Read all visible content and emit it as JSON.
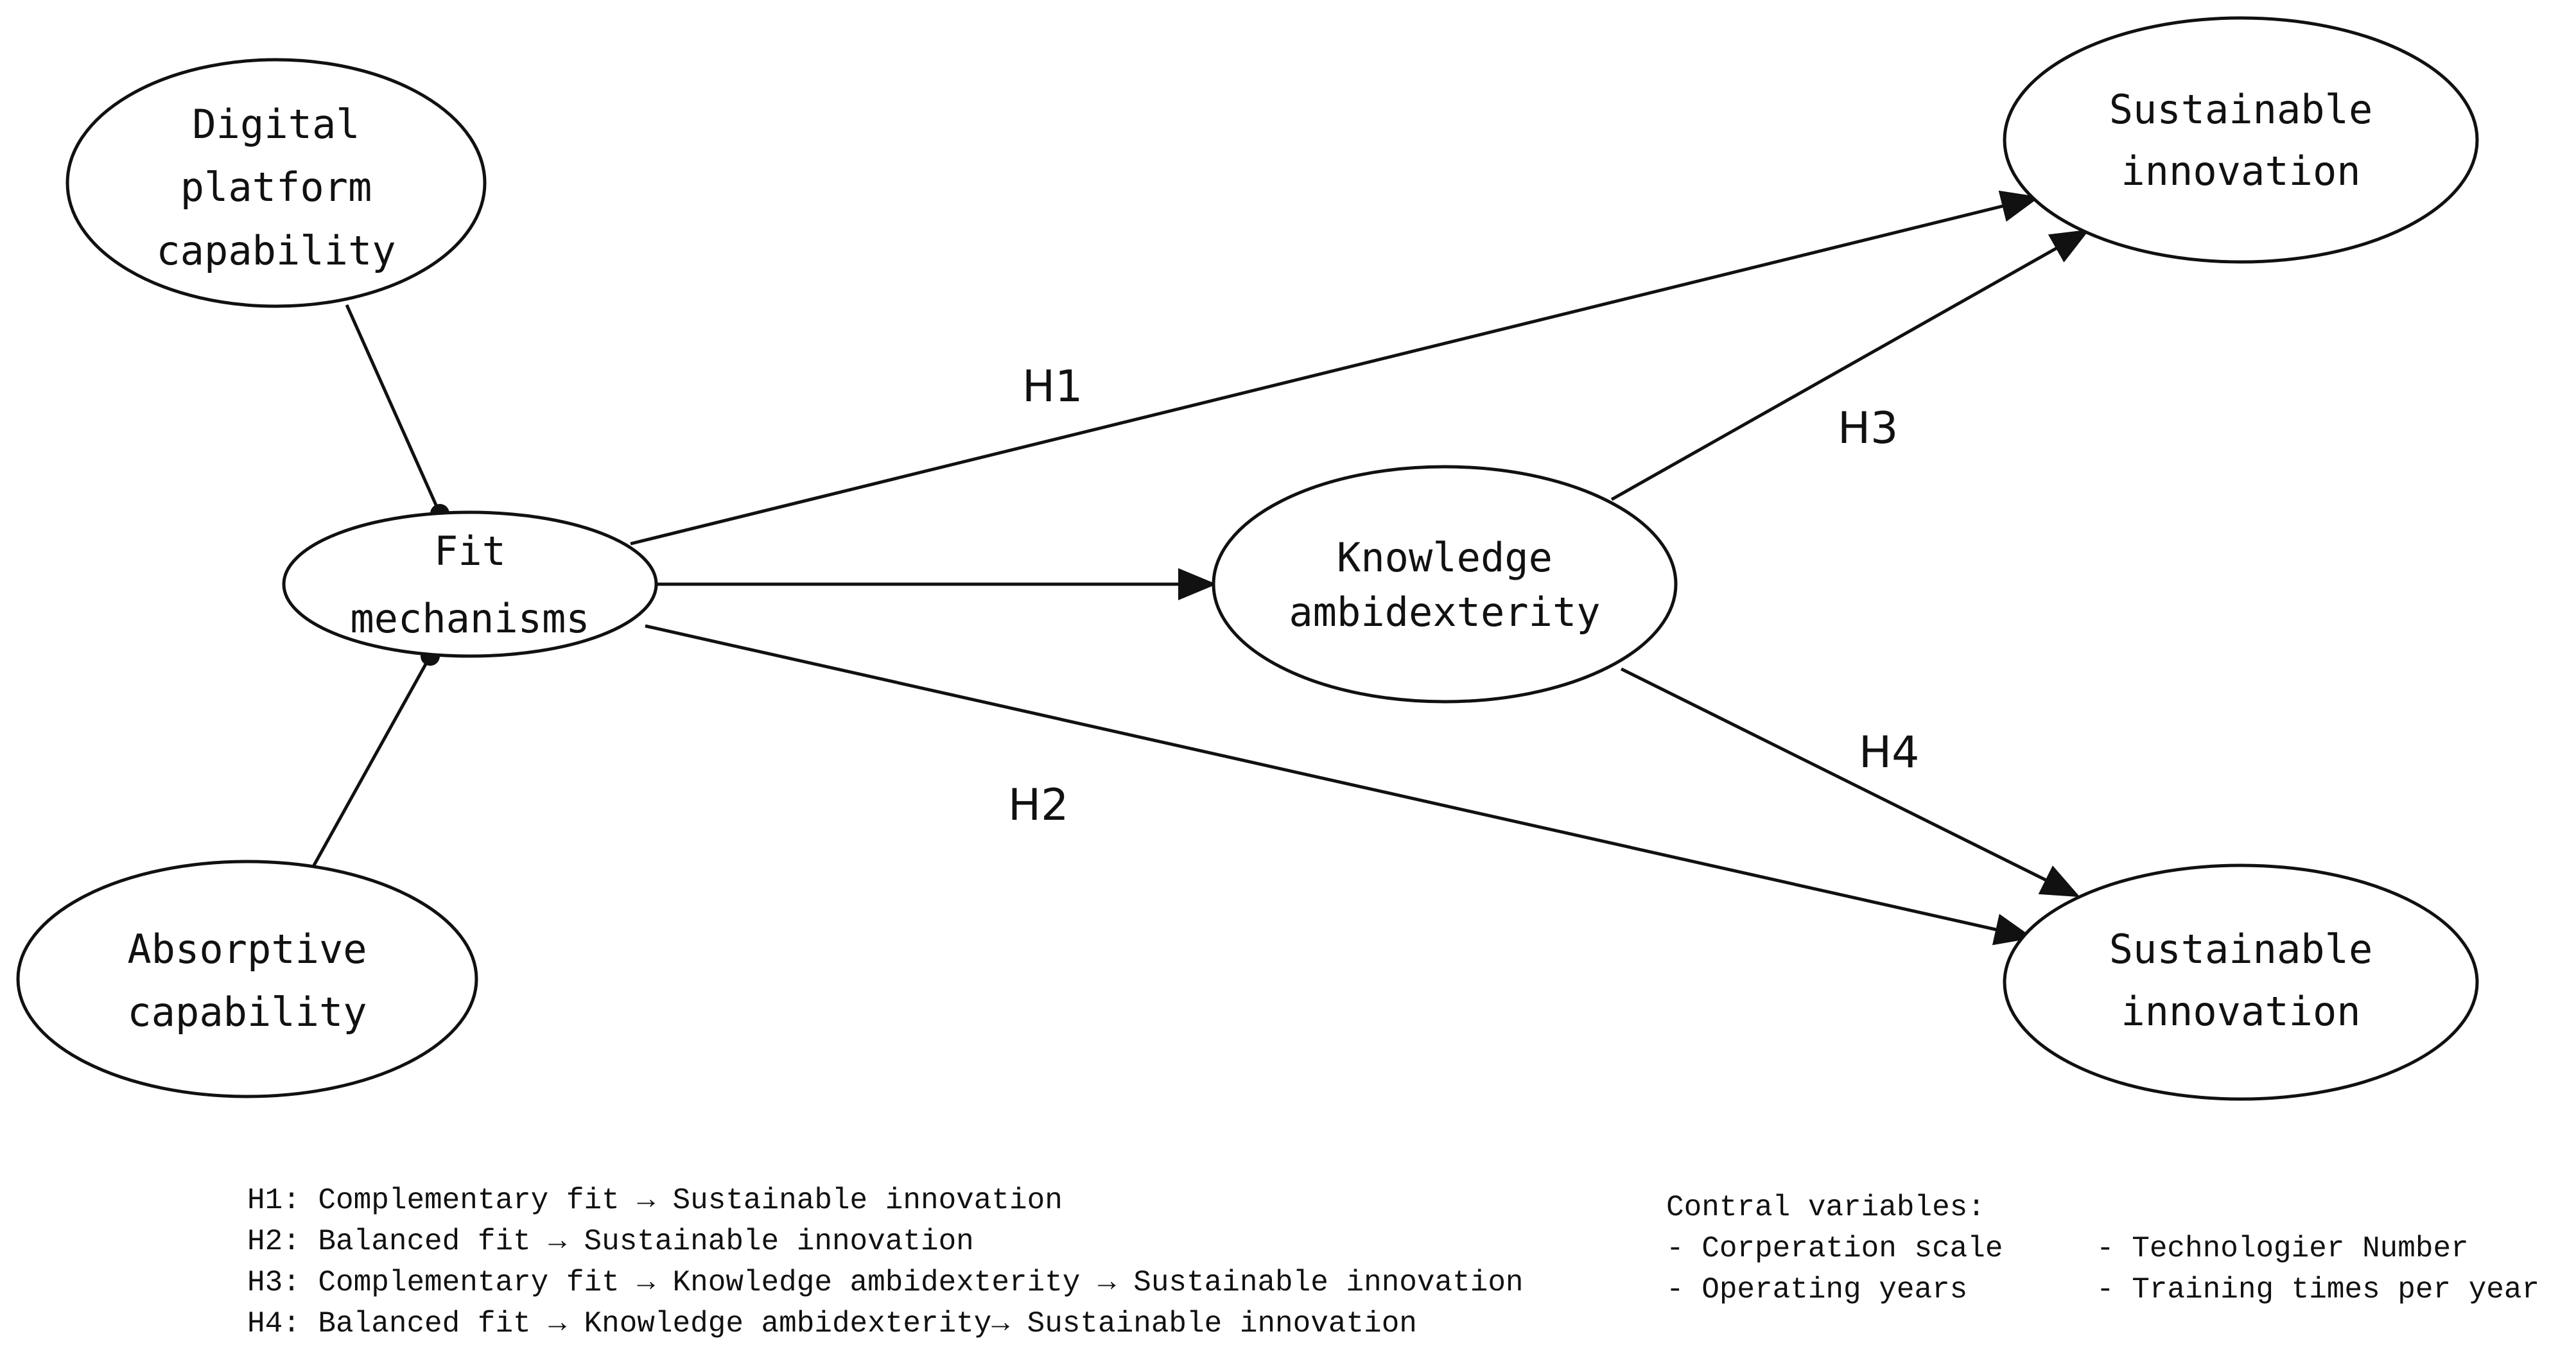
{
  "nodes": {
    "digital_platform": {
      "lines": [
        "Digital",
        "platform",
        "capability"
      ]
    },
    "absorptive": {
      "lines": [
        "Absorptive",
        "capability"
      ]
    },
    "fit": {
      "lines": [
        "Fit",
        "mechanisms"
      ]
    },
    "knowledge": {
      "lines": [
        "Knowledge",
        "ambidexterity"
      ]
    },
    "sustainable_top": {
      "lines": [
        "Sustainable",
        "innovation"
      ]
    },
    "sustainable_bottom": {
      "lines": [
        "Sustainable",
        "innovation"
      ]
    }
  },
  "edge_labels": {
    "h1": "H1",
    "h2": "H2",
    "h3": "H3",
    "h4": "H4"
  },
  "hypotheses_legend": [
    "H1: Complementary fit → Sustainable innovation",
    "H2: Balanced fit → Sustainable innovation",
    "H3: Complementary fit → Knowledge ambidexterity → Sustainable innovation",
    "H4: Balanced fit → Knowledge ambidexterity→ Sustainable innovation"
  ],
  "control_variables": {
    "title": "Contral variables:",
    "left": [
      "- Corperation scale",
      "- Operating years"
    ],
    "right": [
      "- Technologier Number",
      "- Training times per year"
    ]
  }
}
